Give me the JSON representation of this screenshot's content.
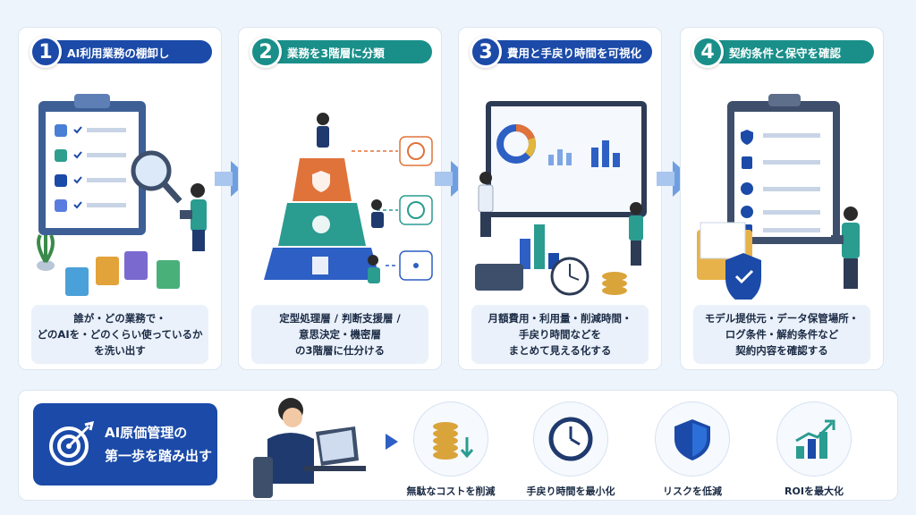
{
  "steps": [
    {
      "num": "1",
      "title": "AI利用業務の棚卸し",
      "color": "#1b4aa8",
      "desc": [
        "誰が・どの業務で・",
        "どのAIを・どのくらい使っているか",
        "を洗い出す"
      ]
    },
    {
      "num": "2",
      "title": "業務を3階層に分類",
      "color": "#1a8f8a",
      "desc": [
        "定型処理層 / 判断支援層 /",
        "意思決定・機密層",
        "の3階層に仕分ける"
      ]
    },
    {
      "num": "3",
      "title": "費用と手戻り時間を可視化",
      "color": "#1b4aa8",
      "desc": [
        "月額費用・利用量・削減時間・",
        "手戻り時間などを",
        "まとめて見える化する"
      ]
    },
    {
      "num": "4",
      "title": "契約条件と保守を確認",
      "color": "#1a8f8a",
      "desc": [
        "モデル提供元・データ保管場所・",
        "ログ条件・解約条件など",
        "契約内容を確認する"
      ]
    }
  ],
  "goal": {
    "line1": "AI原価管理の",
    "line2": "第一歩を踏み出す"
  },
  "benefits": [
    {
      "label": "無駄なコストを削減",
      "icon": "coin-stack-down-icon"
    },
    {
      "label": "手戻り時間を最小化",
      "icon": "clock-icon"
    },
    {
      "label": "リスクを低減",
      "icon": "shield-icon"
    },
    {
      "label": "ROIを最大化",
      "icon": "growth-chart-icon"
    }
  ],
  "colors": {
    "navy": "#1b4aa8",
    "teal": "#1a8f8a",
    "orange": "#e0733a",
    "gold": "#d9a43a"
  }
}
